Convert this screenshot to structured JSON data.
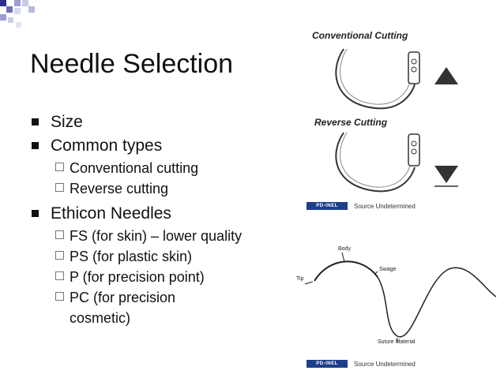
{
  "slide": {
    "title": "Needle Selection",
    "bullets": [
      {
        "text": "Size",
        "sub": []
      },
      {
        "text": "Common types",
        "sub": [
          "Conventional cutting",
          "Reverse cutting"
        ]
      },
      {
        "text": "Ethicon Needles",
        "sub": [
          "FS (for skin) – lower quality",
          "PS (for plastic skin)",
          "P (for precision point)",
          "PC (for precision cosmetic)"
        ]
      }
    ]
  },
  "figure_cutting": {
    "conventional_caption": "Conventional Cutting",
    "reverse_caption": "Reverse Cutting",
    "badge": "PD-INEL",
    "source": "Source Undetermined"
  },
  "figure_needle": {
    "labels": {
      "body": "Body",
      "tip": "Tip",
      "swage": "Swage",
      "suture": "Suture Material"
    },
    "badge": "PD-INEL",
    "source": "Source Undetermined"
  },
  "colors": {
    "accent": "#2b2f8f",
    "badge": "#1c3f8a"
  }
}
